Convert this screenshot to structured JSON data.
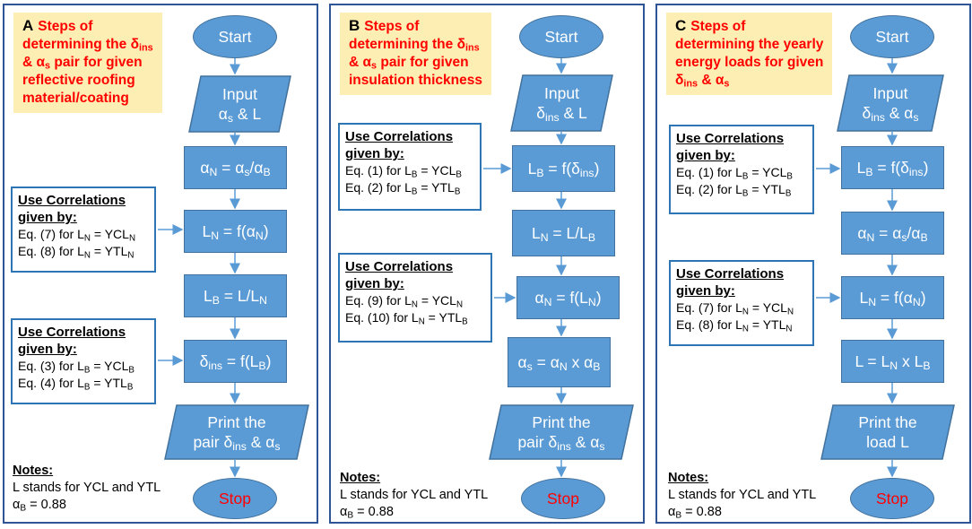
{
  "panels": [
    {
      "letter": "A",
      "heading_html": "Steps of<br>determining the δ<sub>ins</sub><br>&amp; α<sub>s</sub> pair for given<br>reflective roofing<br>material/coating",
      "start": "Start",
      "input_html": "Input<br>α<sub>s</sub> &amp; L",
      "steps_html": [
        "α<sub>N</sub> = α<sub>s</sub>/α<sub>B</sub>",
        "L<sub>N</sub> = f(α<sub>N</sub>)",
        "L<sub>B</sub> = L/L<sub>N</sub>",
        "δ<sub>ins</sub> = f(L<sub>B</sub>)"
      ],
      "print_html": "Print the<br>pair δ<sub>ins</sub> &amp; α<sub>s</sub>",
      "stop": "Stop",
      "correlations": [
        {
          "title_html": "Use Correlations<br>given by:",
          "lines_html": [
            "Eq. (7) for L<sub>N</sub> = YCL<sub>N</sub>",
            "Eq. (8) for L<sub>N</sub> = YTL<sub>N</sub>"
          ]
        },
        {
          "title_html": "Use Correlations<br>given by:",
          "lines_html": [
            "Eq. (3) for L<sub>B</sub> = YCL<sub>B</sub>",
            "Eq. (4) for L<sub>B</sub> = YTL<sub>B</sub>"
          ]
        }
      ],
      "notes_title": "Notes:",
      "notes_html": [
        "L stands for YCL and YTL",
        "α<sub>B</sub> = 0.88"
      ]
    },
    {
      "letter": "B",
      "heading_html": "Steps of<br>determining the δ<sub>ins</sub><br>&amp; α<sub>s</sub> pair for given<br>insulation thickness",
      "start": "Start",
      "input_html": "Input<br>δ<sub>ins</sub> &amp; L",
      "steps_html": [
        "L<sub>B</sub> = f(δ<sub>ins</sub>)",
        "L<sub>N</sub> = L/L<sub>B</sub>",
        "α<sub>N</sub> = f(L<sub>N</sub>)",
        "α<sub>s</sub> = α<sub>N</sub> x α<sub>B</sub>"
      ],
      "print_html": "Print the<br>pair δ<sub>ins</sub> &amp; α<sub>s</sub>",
      "stop": "Stop",
      "correlations": [
        {
          "title_html": "Use Correlations<br>given by:",
          "lines_html": [
            "Eq. (1) for L<sub>B</sub> = YCL<sub>B</sub>",
            "Eq. (2) for L<sub>B</sub> = YTL<sub>B</sub>"
          ]
        },
        {
          "title_html": "Use Correlations<br>given by:",
          "lines_html": [
            "Eq. (9) for L<sub>N</sub> = YCL<sub>N</sub>",
            "Eq. (10) for L<sub>N</sub> = YTL<sub>B</sub>"
          ]
        }
      ],
      "notes_title": "Notes:",
      "notes_html": [
        "L stands for YCL and YTL",
        "α<sub>B</sub> = 0.88"
      ]
    },
    {
      "letter": "C",
      "heading_html": "Steps of<br>determining the yearly<br>energy loads for given<br>δ<sub>ins</sub> &amp; α<sub>s</sub>",
      "start": "Start",
      "input_html": "Input<br>δ<sub>ins</sub> &amp; α<sub>s</sub>",
      "steps_html": [
        "L<sub>B</sub> = f(δ<sub>ins</sub>)",
        "α<sub>N</sub> = α<sub>s</sub>/α<sub>B</sub>",
        "L<sub>N</sub> = f(α<sub>N</sub>)",
        "L = L<sub>N</sub> x L<sub>B</sub>"
      ],
      "print_html": "Print the<br>load L",
      "stop": "Stop",
      "correlations": [
        {
          "title_html": "Use Correlations<br>given by:",
          "lines_html": [
            "Eq. (1) for L<sub>B</sub> = YCL<sub>B</sub>",
            "Eq. (2) for L<sub>B</sub> = YTL<sub>B</sub>"
          ]
        },
        {
          "title_html": "Use Correlations<br>given by:",
          "lines_html": [
            "Eq. (7) for L<sub>N</sub> = YCL<sub>N</sub>",
            "Eq. (8) for L<sub>N</sub> = YTL<sub>N</sub>"
          ]
        }
      ],
      "notes_title": "Notes:",
      "notes_html": [
        "L stands for YCL and YTL",
        "α<sub>B</sub> = 0.88"
      ]
    }
  ],
  "colors": {
    "node_fill": "#5b9bd5",
    "node_border": "#41719c",
    "panel_border": "#2f5597",
    "heading_bg": "#fdeeb3",
    "heading_text": "#ff0000",
    "stop_text": "#ff0000",
    "arrow": "#5b9bd5"
  }
}
